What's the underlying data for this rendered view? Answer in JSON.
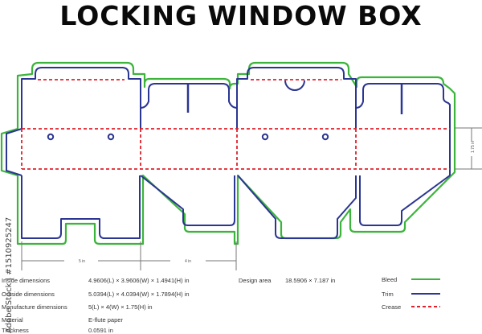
{
  "title": "LOCKING WINDOW BOX",
  "colors": {
    "bleed": "#3cb43c",
    "trim": "#2b3592",
    "crease": "#e0202a",
    "dimension": "#777777"
  },
  "dimensions": {
    "panel_width_1": "5 in",
    "panel_width_2": "4 in",
    "height": "1.75 in"
  },
  "specs": [
    {
      "label": "Inside dimensions",
      "value": "4.9606(L) × 3.9606(W) × 1.4941(H) in"
    },
    {
      "label": "Outside dimensions",
      "value": "5.0394(L) × 4.0394(W) × 1.7894(H) in"
    },
    {
      "label": "Manufacture dimensions",
      "value": "5(L) × 4(W) × 1.75(H) in"
    },
    {
      "label": "Material",
      "value": "E-flute paper"
    },
    {
      "label": "Thickness",
      "value": "0.0591 in"
    }
  ],
  "design_area": {
    "label": "Design area",
    "value": "18.5906 × 7.187 in"
  },
  "legend": [
    {
      "label": "Bleed",
      "style": "solid-green"
    },
    {
      "label": "Trim",
      "style": "solid-blue"
    },
    {
      "label": "Crease",
      "style": "dashed-red"
    }
  ],
  "watermark": "Adobe Stock | #1510925247"
}
